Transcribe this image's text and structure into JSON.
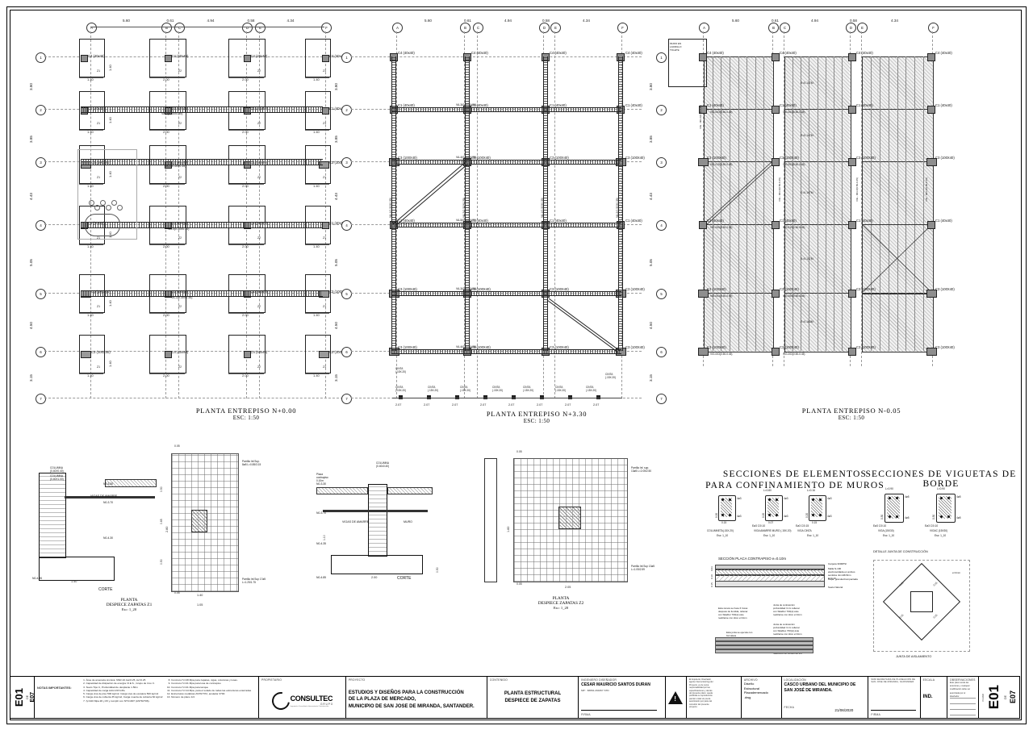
{
  "sheet": {
    "plan_number": "E01",
    "plan_total": "E07",
    "de_label": "DE"
  },
  "plans": [
    {
      "id": "plan-n000",
      "title": "PLANTA  ENTREPISO  N+0.00",
      "scale": "ESC:  1:50"
    },
    {
      "id": "plan-n330",
      "title": "PLANTA  ENTREPISO  N+3.30",
      "scale": "ESC:  1:50"
    },
    {
      "id": "plan-n005",
      "title": "PLANTA  ENTREPISO  N-0.05",
      "scale": "ESC:  1:50"
    }
  ],
  "details": [
    {
      "id": "zapata-z1-corte",
      "label": "CORTE"
    },
    {
      "id": "zapata-z1-planta",
      "title": "PLANTA",
      "sub": "DESPIECE  ZAPATAS  Z1",
      "scale": "Esc:  1_20"
    },
    {
      "id": "zapata-z2-corte",
      "label": "CORTE"
    },
    {
      "id": "zapata-z2-planta",
      "title": "PLANTA",
      "sub": "DESPIECE  ZAPATAS  Z2",
      "scale": "Esc:  1_20"
    }
  ],
  "section_headers": {
    "confinamiento_l1": "SECCIONES  DE  ELEMENTOS",
    "confinamiento_l2": "PARA  CONFINAMIENTO  DE  MUROS",
    "viguetas": "SECCIONES  DE  VIGUETAS  DE  BORDE",
    "placa_contrapiso": "SECCIÓN  PLACA  CONTRAPISO  e=0.10m",
    "junta_construccion": "DETALLE JUNTA DE CONSTRUCCIÓN",
    "junta_aislamiento": "JUNTA  DE  AISLAMIENTO"
  },
  "grid": {
    "horizontal_labels": [
      "A",
      "B",
      "C",
      "D",
      "E",
      "F"
    ],
    "vertical_labels": [
      "1",
      "2",
      "3",
      "4",
      "5",
      "6",
      "7"
    ],
    "horizontal_dims": [
      "5.60",
      "0.61",
      "4.94",
      "0.58",
      "4.34"
    ],
    "vertical_dims": [
      "3.80",
      "3.85",
      "4.43",
      "5.05",
      "4.50",
      "3.15"
    ]
  },
  "plan1": {
    "columns": [
      "C4  (40x40)",
      "C4  (40x40)",
      "C4  (40x40)",
      "C4  (40x40)",
      "C1  (40x40)",
      "C1  (40x40)",
      "C1  (40x40)",
      "C1  (40x40)",
      "C3  (100X40)",
      "C1  (40x40)",
      "C1  (40x40)",
      "C3  (100X40)",
      "C1  (40x40)",
      "C1  (40x40)",
      "C1  (40x40)",
      "C1  (40x40)",
      "C3  (100X40)",
      "C1  (40x40)",
      "C1  (40x40)",
      "C3  (100X40)",
      "C3  (100X40)",
      "C4  (40x40)",
      "C4  (40x40)",
      "C3  (100X40)"
    ],
    "footing_tags": [
      "Z1",
      "Z2"
    ],
    "footing_dims": [
      "1.40",
      "2.00",
      "2.00",
      "1.40"
    ],
    "beams": [
      "VA-2(0.30X0.35)",
      "VA-3(0.30X0.35)",
      "VA-4(0.30X0.35)"
    ]
  },
  "plan2": {
    "beams_h": [
      "VA-3(0.30X0.30)",
      "VA-4(0.30X0.35)",
      "VA-5(0.30X0.35)"
    ],
    "beams_v": [
      "VA-1(0.30X0.35)",
      "VA-2(0.30X0.35)"
    ],
    "cintas_label": "CINTA\n(.15X.20)",
    "bottom_dims": [
      "2.07",
      "2.07",
      "2.07",
      "2.07",
      "2.07",
      "2.07",
      "2.07",
      "2.07"
    ]
  },
  "plan3": {
    "wall_note": "MURO EN\nLADRILLO\nTOLETE",
    "joist_label": "VIG - 003 #(0.50-0.45)",
    "slab_notes": [
      "E=0.147M",
      "E=0.147M",
      "E=0.147M",
      "E=0.147M",
      "E=0.163M",
      "E=0.147M"
    ],
    "beam_labels": [
      "VIG-003(0.50-0.45)",
      "VIG-003(0.50-0.45)",
      "VIG-015(0.50-0.45)",
      "VIG-005(0.50-0.45)"
    ]
  },
  "zapata_z1": {
    "col_label_1": "COLUMNA\n(0.40X0.40)",
    "col_label_2": "COLUMNA\n(0.40X1.00)",
    "tie_beams": "VIGAS DE AMARRE",
    "levels": [
      "N0-3.30",
      "N0-3.70",
      "N0-4.30",
      "N0-4.85"
    ],
    "dims_plan": [
      "1.40",
      "1.05",
      "2.80",
      "0.05",
      "0.05"
    ],
    "heights": [
      "0.50",
      "0.65",
      "0.50"
    ],
    "mesh_top": "Parrilla Inf.Sup.\n8ø5 L=0.85/3.15",
    "mesh_bot": "Parrilla Inf.Sup 17ø5\nL=1.25/1.75"
  },
  "zapata_z2": {
    "col_label": "COLUMNA\n(0.40x0.40)",
    "placa_label": "Placa\ncontrapiso\n0.10m",
    "tie_beams": "VIGAS DE AMARRE",
    "muro_label": "MURO",
    "levels": [
      "N0-3.30",
      "N0-3.70",
      "N0-4.35",
      "N0-4.85"
    ],
    "dims": [
      "0.05",
      "2.00",
      "2.05",
      "1.60",
      "0.05",
      "1.10",
      "0.50"
    ],
    "mesh_top": "Parrilla Inf. sup.\n13ø5 L=2.05/2.50",
    "mesh_bot": "Parrilla Inf.Sup 13ø5\nL=1.05/2.59"
  },
  "confinement_sections": [
    {
      "name": "COLUMNETA(.15X.20)",
      "scale": "Esc:  1_10",
      "bars": "4ø3",
      "h": "0.20",
      "w": "0.15"
    },
    {
      "name": "VIGA AMARRE MURO  (.15X.20)",
      "scale": "Esc:  1_10",
      "bars": "4ø3",
      "stirrup": "Eø3  C/0.10",
      "h": "0.20",
      "w": "0.07",
      "len": "L=0.80"
    },
    {
      "name": "VIGA CINTA",
      "scale": "Esc:  1_10",
      "bars": "4ø3",
      "stirrup": "Eø3 C/0.15",
      "h": "0.20",
      "w": "0.15",
      "len": "L=0.16"
    }
  ],
  "edge_joist_sections": [
    {
      "name": "VIGA  (15X30)",
      "scale": "Esc:  1_10",
      "bars": "4ø5",
      "stirrup": "Eø3 C/0.10",
      "h": "0.30",
      "len": "L=0.90"
    },
    {
      "name": "VIGAC (15X30)",
      "scale": "Esc:  1_10",
      "bars": "4ø5",
      "stirrup": "Eø3 C/0.10",
      "h": "0.30",
      "len": "L=0.90"
    }
  ],
  "contrapiso_detail": {
    "title": "SECCIÓN  PLACA  CONTRAPISO  e=0.10m",
    "labels": [
      "Carpeta 3000PSI",
      "Malla N-190\nelectrosoldada en ambos\nsentidos 4mmM15cm\nE=0.10",
      "Capa  granularCompactada",
      "Suelo Natural"
    ],
    "notes": [
      "Esta ranura se hace 6 horas\ndespués de fundida, rellenar\ncon SikaDur 700(si) éste\nrealizarse con dúco e=4mm",
      "Junta de contracción\nprofundidad 3 cm rellenar\ncon SikaDur 700(si) éste\nrealizarse con dúco e=4mm",
      "Esta junta se ejecuta con\nformaleta",
      "Junta de contracción\nprofundidad 3 cm rellenar\ncon SikaDex 700(si) éste\nrealizarse con dúco e=4mm",
      "Sika Rod con cordón de 3/8\""
    ],
    "dims": [
      "0.03",
      "0.10",
      "0.15"
    ]
  },
  "junta_detail": {
    "title": "DETALLE JUNTA DE CONSTRUCCIÓN",
    "footer": "JUNTA  DE  AISLAMIENTO",
    "gap": "e=4mm",
    "dims": [
      "0.15",
      "0.15",
      "0.15",
      "0.15"
    ]
  },
  "titleblock": {
    "plano_code_caption": "PLANO",
    "plano_code": "E01",
    "plano_de": "DE",
    "plano_total": "E07",
    "notes_caption": "NOTAS IMPORTANTES:",
    "notes_left": [
      "Área de amenaza sísmica: NSR-10 Aa=0.25, Av=0.25",
      "Capacidad de disipación de energía: D.E.S., Grupo de Uso: II.",
      "Suelo Tipo C, Profundidad de desplante 1.50m",
      "Capacidad de carga Adm=215 kPa",
      "Carga viva de piso 500 kg/m2, Carga viva de escalera 500 kg/m2",
      "Carga viva de cubierta 35 kg/m2, Carga muerta de cubierta 60 kg/m2",
      "fy=420 Mpa  #2 y #3 y cumplir con NTC1907 (ASTM/706)."
    ],
    "notes_right": [
      "Concreto f'c=28 Mpa para zapatas, vigas, columnas y losas.",
      "Concreto f'c=21 Mpa para losa de contrapiso",
      "Concreto f'c=21 Mpa para tanque",
      "Concreto f'c=14 Mpa, para el solado de todas las estructuras enterradas",
      "Estructuras metálicas ASTM 572, acolador 3700",
      "Número de plano 1/4"
    ],
    "propietario_caption": "PROPIETARIO",
    "logo_text": "CONSULTEC",
    "logo_sub": "G R U P O",
    "logo_foot": "Ingeniería Consultoría Interventoría Construcción",
    "proyecto_caption": "PROYECTO",
    "proyecto": "ESTUDIOS Y DISEÑOS PARA LA CONSTRUCCIÓN\nDE LA PLAZA DE MERCADO,\nMUNICIPIO DE SAN JOSE DE MIRANDA, SANTANDER.",
    "proyecto_l1": "ESTUDIOS Y DISEÑOS PARA LA CONSTRUCCIÓN",
    "proyecto_l2": "DE LA PLAZA DE MERCADO,",
    "proyecto_l3": "MUNICIPIO DE SAN JOSE DE MIRANDA, SANTANDER.",
    "contenido_caption": "CONTENIDO",
    "contenido_l1": "PLANTA ESTRUCTURAL",
    "contenido_l2": "DESPIECE DE ZAPATAS",
    "ingeniero_caption": "INGENIERO DISEÑADOR",
    "ingeniero": "CESAR MAURICIO SANTOS DURAN",
    "ingeniero_mat_caption": "MP:",
    "ingeniero_mat": "68832-294367 STD",
    "firma_caption": "FIRMA",
    "legal_note": "El Arquitecto, Diseñador,\nagente Interventor(Ing) del\nProyecto, es de suma\nresponsabilidad por las\nespecificaciones y demás\ndel presente plano; queda\nprohibida su reproducción\nparcial o total sin previa\nautorización por parte del\nconsultor del presente\nproyecto.",
    "archivo_caption": "ARCHIVO",
    "archivo": "Diseño\nEstructural\nPlazademercado\n.dwg",
    "archivo_l1": "Diseño",
    "archivo_l2": "Estructural",
    "archivo_l3": "Plazademercado",
    "archivo_l4": ".dwg",
    "localizacion_caption": "LOCALIZACIÓN",
    "localizacion_l1": "CASCO URBANO DEL MUNICIPIO DE",
    "localizacion_l2": "SAN JOSÉ DE MIRANDA.",
    "fecha_caption": "FECHA",
    "fecha": "21/06/2020",
    "entidad_caption": "SUB-SECRETARIA DE PLANEACIÓN DE",
    "entidad": "SAN JOSE DE MIRANDA, SANTANDER",
    "entidad_firma_caption": "FIRMA",
    "escala_caption": "ESCALA",
    "escala": "IND.",
    "observaciones_caption": "OBSERVACIONES",
    "observaciones": "Este plano anula las anteriores y cualquier modificación debe ser autorizada por el diseñador."
  }
}
